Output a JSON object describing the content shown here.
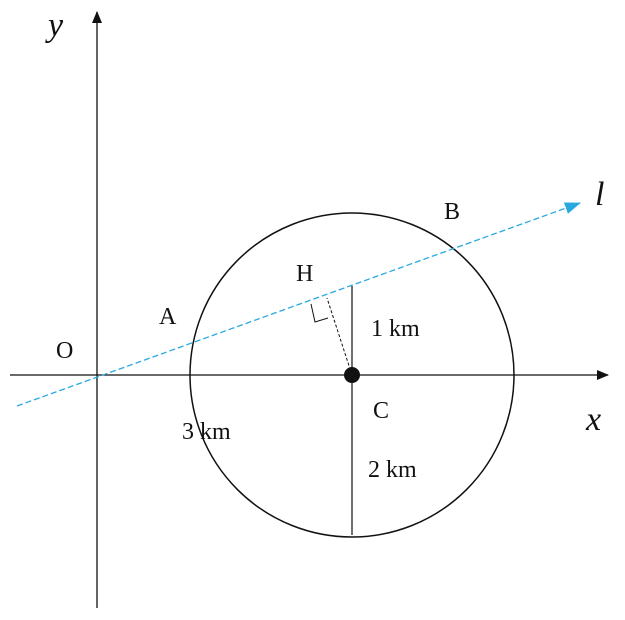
{
  "axes": {
    "x_label": "x",
    "y_label": "y",
    "origin_label": "O"
  },
  "points": {
    "a": "A",
    "b": "B",
    "c": "C",
    "h": "H"
  },
  "line": {
    "label": "l"
  },
  "measurements": {
    "distance_ch": "1 km",
    "distance_oa": "3 km",
    "radius": "2 km"
  },
  "colors": {
    "stroke": "#111111",
    "line_l": "#29a8e0"
  }
}
